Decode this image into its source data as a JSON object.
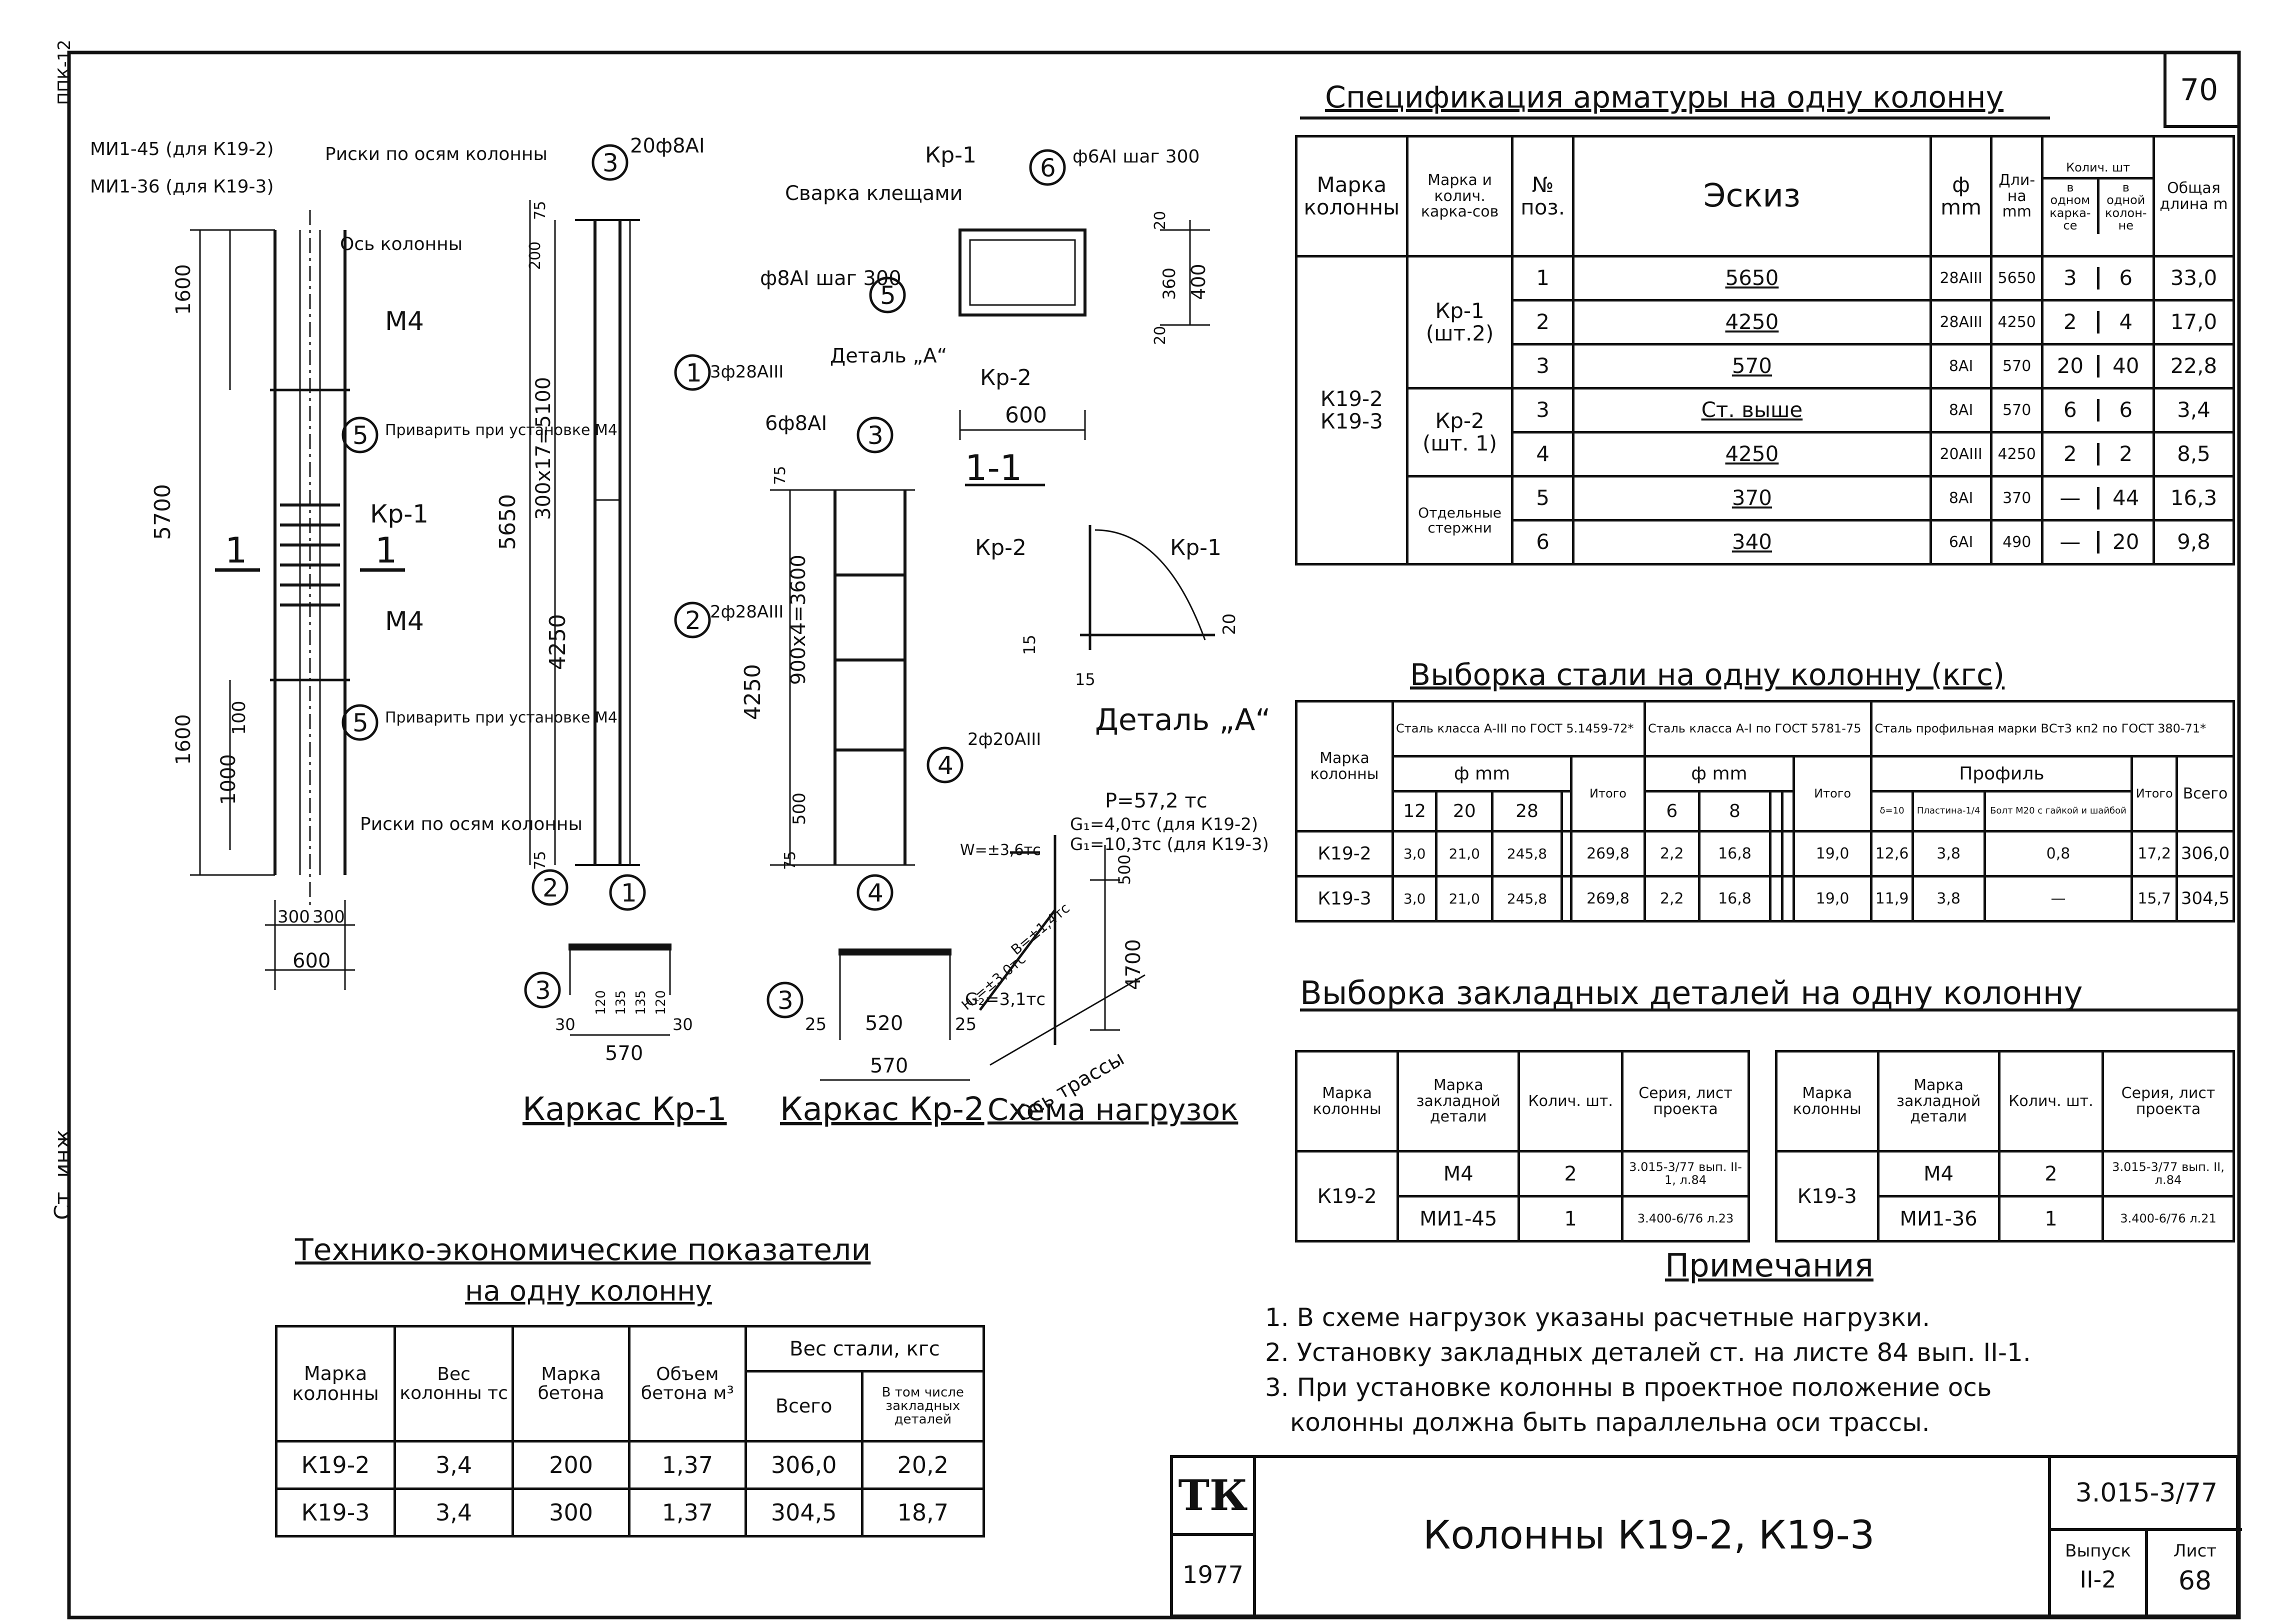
{
  "sheet_no": "70",
  "side_stamp": [
    "Ст. инж.",
    "ППК-12"
  ],
  "spec": {
    "title": "Спецификация арматуры на одну колонну",
    "headers": {
      "mark": "Марка колонны",
      "frame": "Марка и колич. карка-сов",
      "pos": "№ поз.",
      "sketch": "Эскиз",
      "dia": "ф mm",
      "len": "Дли-на mm",
      "qty": "Колич. шт",
      "qty_frame": "в одном карка-се",
      "qty_col": "в одной колон-не",
      "total": "Общая длина m"
    },
    "column_marks": [
      "К19-2",
      "К19-3"
    ],
    "groups": [
      {
        "frame": "Кр-1",
        "count": "(шт.2)"
      },
      {
        "frame": "Кр-2",
        "count": "(шт. 1)"
      },
      {
        "frame": "Отдельные стержни",
        "count": ""
      }
    ],
    "rows": [
      {
        "pos": "1",
        "sketch": "5650",
        "dia": "28АIII",
        "len": "5650",
        "q1": "3",
        "q2": "6",
        "total": "33,0"
      },
      {
        "pos": "2",
        "sketch": "4250",
        "dia": "28АIII",
        "len": "4250",
        "q1": "2",
        "q2": "4",
        "total": "17,0"
      },
      {
        "pos": "3",
        "sketch": "570",
        "dia": "8АI",
        "len": "570",
        "q1": "20",
        "q2": "40",
        "total": "22,8"
      },
      {
        "pos": "3",
        "sketch": "Ст. выше",
        "dia": "8АI",
        "len": "570",
        "q1": "6",
        "q2": "6",
        "total": "3,4"
      },
      {
        "pos": "4",
        "sketch": "4250",
        "dia": "20АIII",
        "len": "4250",
        "q1": "2",
        "q2": "2",
        "total": "8,5"
      },
      {
        "pos": "5",
        "sketch": "370",
        "dia": "8АI",
        "len": "370",
        "q1": "—",
        "q2": "44",
        "total": "16,3"
      },
      {
        "pos": "6",
        "sketch": "340",
        "dia": "6АI",
        "len": "490",
        "q1": "—",
        "q2": "20",
        "total": "9,8"
      }
    ]
  },
  "steel": {
    "title": "Выборка стали на одну колонну (кгс)",
    "h_mark": "Марка колонны",
    "h_a3": "Сталь класса А-III по ГОСТ 5.1459-72*",
    "h_a1": "Сталь класса А-I по ГОСТ 5781-75",
    "h_prof": "Сталь профильная марки ВСт3 кп2 по ГОСТ 380-71*",
    "h_dia": "ф mm",
    "h_profile": "Профиль",
    "h_total": "Итого",
    "h_sum": "Всего",
    "a3_cols": [
      "12",
      "20",
      "28"
    ],
    "a1_cols": [
      "6",
      "8"
    ],
    "prof_cols": [
      "δ=10",
      "Пластина-1/4",
      "Болт М20 с гайкой и шайбой"
    ],
    "rows": [
      {
        "mark": "К19-2",
        "a3": [
          "3,0",
          "21,0",
          "245,8"
        ],
        "a3_total": "269,8",
        "a1": [
          "2,2",
          "16,8"
        ],
        "a1_total": "19,0",
        "prof": [
          "12,6",
          "3,8",
          "0,8"
        ],
        "prof_total": "17,2",
        "sum": "306,0"
      },
      {
        "mark": "К19-3",
        "a3": [
          "3,0",
          "21,0",
          "245,8"
        ],
        "a3_total": "269,8",
        "a1": [
          "2,2",
          "16,8"
        ],
        "a1_total": "19,0",
        "prof": [
          "11,9",
          "3,8",
          "—"
        ],
        "prof_total": "15,7",
        "sum": "304,5"
      }
    ]
  },
  "embed": {
    "title": "Выборка закладных деталей на одну колонну",
    "h_mark": "Марка колонны",
    "h_part": "Марка закладной детали",
    "h_qty": "Колич. шт.",
    "h_ser": "Серия, лист проекта",
    "left": {
      "mark": "К19-2",
      "rows": [
        {
          "part": "М4",
          "qty": "2",
          "ser": "3.015-3/77 вып. II-1, л.84"
        },
        {
          "part": "МИ1-45",
          "qty": "1",
          "ser": "3.400-6/76 л.23"
        }
      ]
    },
    "right": {
      "mark": "К19-3",
      "rows": [
        {
          "part": "М4",
          "qty": "2",
          "ser": "3.015-3/77 вып. II, л.84"
        },
        {
          "part": "МИ1-36",
          "qty": "1",
          "ser": "3.400-6/76 л.21"
        }
      ]
    }
  },
  "notes": {
    "title": "Примечания",
    "items": [
      "1. В схеме нагрузок указаны расчетные нагрузки.",
      "2. Установку закладных деталей ст. на листе 84 вып. II-1.",
      "3. При установке колонны в проектное положение ось",
      "колонны должна быть параллельна оси трассы."
    ]
  },
  "tech": {
    "title1": "Технико-экономические показатели",
    "title2": "на одну колонну",
    "headers": {
      "mark": "Марка колонны",
      "weight": "Вес колонны тс",
      "concrete": "Марка бетона",
      "volume": "Объем бетона м³",
      "steel": "Вес стали, кгс",
      "all": "Всего",
      "embed": "В том числе закладных деталей"
    },
    "rows": [
      {
        "mark": "К19-2",
        "weight": "3,4",
        "concrete": "200",
        "volume": "1,37",
        "all": "306,0",
        "embed": "20,2"
      },
      {
        "mark": "К19-3",
        "weight": "3,4",
        "concrete": "300",
        "volume": "1,37",
        "all": "304,5",
        "embed": "18,7"
      }
    ]
  },
  "stamp": {
    "logo": "ТК",
    "year": "1977",
    "title": "Колонны К19-2, К19-3",
    "series": "3.015-3/77",
    "issue_label": "Выпуск",
    "issue": "II-2",
    "sheet_label": "Лист",
    "sheet": "68"
  },
  "drawing": {
    "col_labels": [
      "МИ1-45 (для К19-2)",
      "МИ1-36 (для К19-3)",
      "Риски по осям колонны",
      "Ось колонны",
      "М4",
      "М4",
      "Приварить при установке М4",
      "Приварить при установке М4",
      "Кр-1",
      "Риски по осям колонны",
      "1",
      "1"
    ],
    "col_dims": [
      "1600",
      "5700",
      "1600",
      "1000",
      "100",
      "300",
      "300",
      "600"
    ],
    "kr1": {
      "labels": [
        "20ф8АI",
        "3ф28АIII",
        "2ф28АIII"
      ],
      "dims": [
        "75",
        "200",
        "300х17=5100",
        "5650",
        "4250",
        "75"
      ],
      "section": {
        "dims": [
          "30",
          "120",
          "135",
          "135",
          "120",
          "30",
          "570"
        ]
      },
      "title": "Каркас Кр-1"
    },
    "kr2": {
      "labels": [
        "6ф8АI",
        "2ф20АIII"
      ],
      "dims": [
        "75",
        "900х4=3600",
        "4250",
        "500",
        "75"
      ],
      "section": {
        "dims": [
          "25",
          "520",
          "25",
          "570"
        ]
      },
      "title": "Каркас Кр-2"
    },
    "sec11": {
      "labels": [
        "Кр-1",
        "ф6АI шаг 300",
        "Сварка клещами",
        "ф8АI шаг 300",
        "Деталь „А“",
        "Кр-2"
      ],
      "dims": [
        "20",
        "360",
        "20",
        "400",
        "600"
      ],
      "title": "1-1"
    },
    "detA": {
      "labels": [
        "Кр-2",
        "Кр-1"
      ],
      "dims": [
        "15",
        "15",
        "20"
      ],
      "title": "Деталь „А“"
    },
    "loads": {
      "labels": [
        "P=57,2 тс",
        "G₁=4,0тс (для К19-2)",
        "G₁=10,3тс (для К19-3)",
        "W=±3,6тс",
        "Hₓ=±3,0тс",
        "B=±1,4тс",
        "G₂=3,1тс",
        "Ось трассы"
      ],
      "dims": [
        "500",
        "4700"
      ],
      "title": "Схема нагрузок"
    },
    "bubbles": [
      "3",
      "6",
      "5",
      "1",
      "2",
      "3",
      "4",
      "2",
      "1",
      "3",
      "4",
      "3",
      "5",
      "5"
    ]
  }
}
